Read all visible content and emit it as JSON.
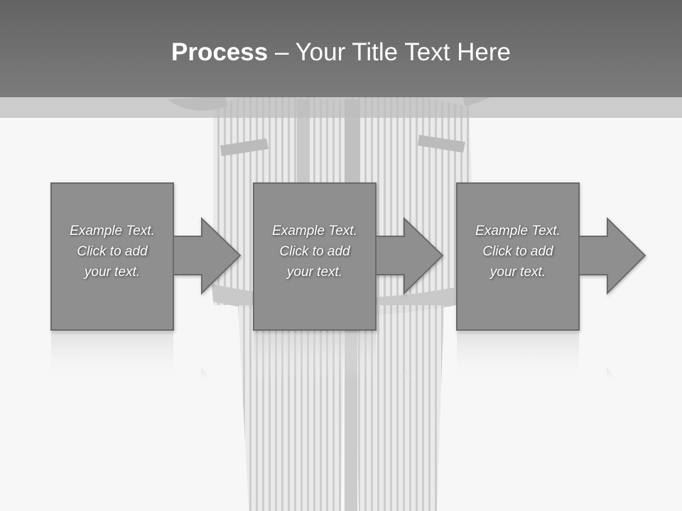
{
  "slide": {
    "title_bold": "Process",
    "title_rest": " – Your Title Text Here"
  },
  "process_steps": [
    {
      "line1": "Example Text.",
      "line2": "Click  to add",
      "line3": "your text."
    },
    {
      "line1": "Example Text.",
      "line2": "Click  to add",
      "line3": "your text."
    },
    {
      "line1": "Example Text.",
      "line2": "Click  to add",
      "line3": "your text."
    }
  ],
  "colors": {
    "box_fill": "#8f8f8f",
    "box_border": "#6a6a6a",
    "title_bar": "#6e6e6e",
    "background": "#f7f7f7"
  },
  "icons": {
    "background_image": "striped-coat-figure",
    "connector": "right-arrow-icon"
  }
}
